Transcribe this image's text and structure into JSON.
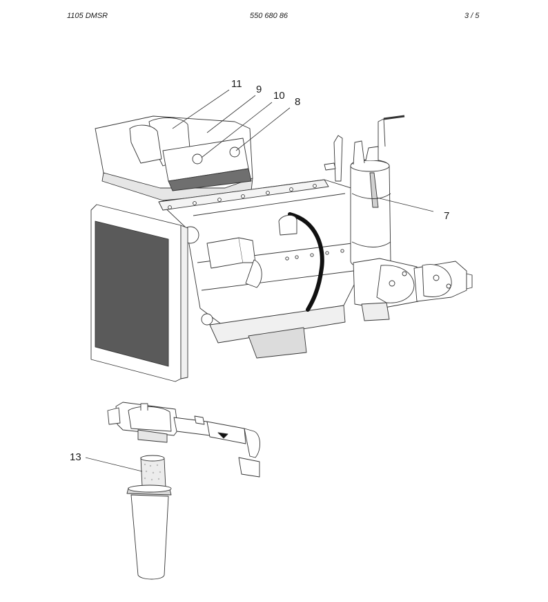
{
  "header": {
    "model": "1105 DMSR",
    "part_number": "550 680 86",
    "page": "3 / 5"
  },
  "callouts": {
    "c11": "11",
    "c9": "9",
    "c10": "10",
    "c8": "8",
    "c7": "7",
    "c13": "13"
  }
}
